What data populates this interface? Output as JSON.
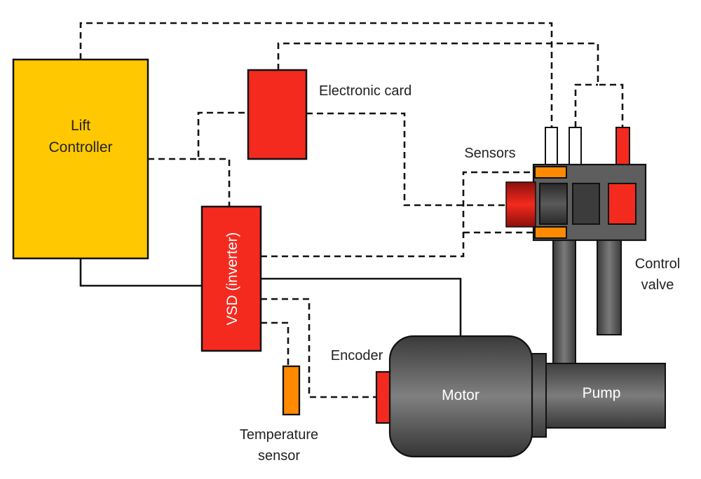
{
  "labels": {
    "lift_controller": [
      "Lift",
      "Controller"
    ],
    "electronic_card": "Electronic card",
    "sensors": "Sensors",
    "vsd": "VSD (inverter)",
    "control_valve": [
      "Control",
      "valve"
    ],
    "encoder": "Encoder",
    "motor": "Motor",
    "pump": "Pump",
    "temperature_sensor": [
      "Temperature",
      "sensor"
    ]
  },
  "colors": {
    "controller_fill": "#FFC800",
    "red_component": "#F42A1F",
    "orange_component": "#FF8A00",
    "gray_body": "#5E5E5E",
    "dark_gray": "#3C3C3C",
    "wire": "#111111"
  }
}
